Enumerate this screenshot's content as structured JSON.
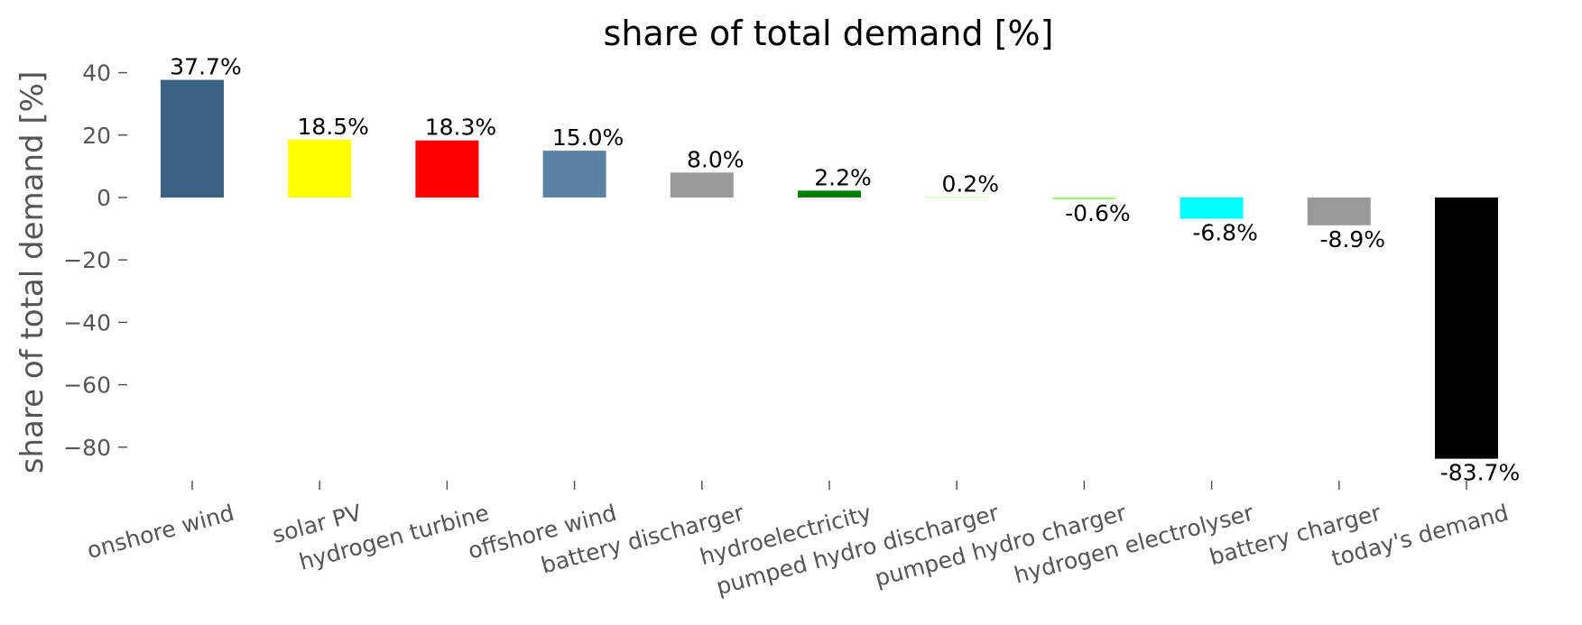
{
  "chart_data": {
    "type": "bar",
    "title": "share of total demand [%]",
    "xlabel": "",
    "ylabel": "share of total demand [%]",
    "ylim": [
      -90,
      45
    ],
    "yticks": [
      40,
      20,
      0,
      -20,
      -40,
      -60,
      -80
    ],
    "ytick_labels": [
      "40",
      "20",
      "0",
      "−20",
      "−40",
      "−60",
      "−80"
    ],
    "grid": false,
    "categories": [
      "onshore wind",
      "solar PV",
      "hydrogen turbine",
      "offshore wind",
      "battery discharger",
      "hydroelectricity",
      "pumped hydro discharger",
      "pumped hydro charger",
      "hydrogen electrolyser",
      "battery charger",
      "today's demand"
    ],
    "values": [
      37.7,
      18.5,
      18.3,
      15.0,
      8.0,
      2.2,
      0.2,
      -0.6,
      -6.8,
      -8.9,
      -83.7
    ],
    "value_labels": [
      "37.7%",
      "18.5%",
      "18.3%",
      "15.0%",
      "8.0%",
      "2.2%",
      "0.2%",
      "-0.6%",
      "-6.8%",
      "-8.9%",
      "-83.7%"
    ],
    "colors": [
      "#3b6182",
      "#ffff00",
      "#ff0000",
      "#5b82a3",
      "#999999",
      "#008000",
      "#ccff99",
      "#99ff66",
      "#00ffff",
      "#999999",
      "#000000"
    ]
  }
}
